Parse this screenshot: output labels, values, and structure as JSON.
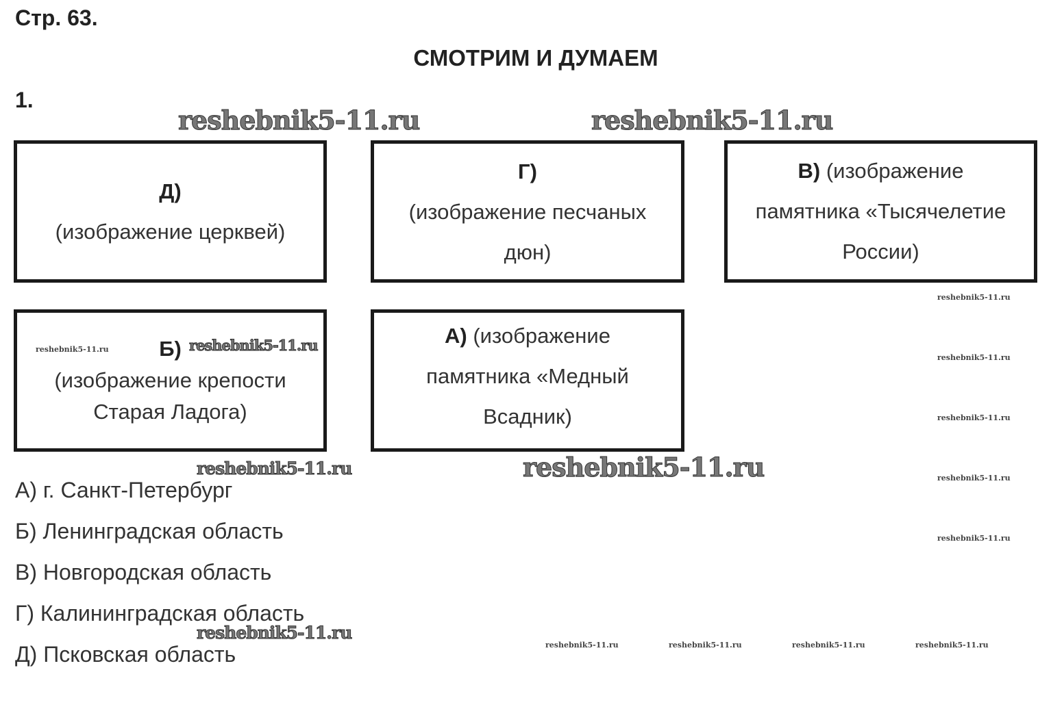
{
  "page_ref": "Стр. 63.",
  "title": "СМОТРИМ И ДУМАЕМ",
  "task_number": "1.",
  "boxes": [
    {
      "letter": "Д)",
      "text": "(изображение церквей)"
    },
    {
      "letter": "Г)",
      "text": "(изображение песчаных дюн)"
    },
    {
      "letter": "В)",
      "text": "(изображение памятника «Тысячелетие России)"
    },
    {
      "letter": "Б)",
      "text": "(изображение крепости Старая Ладога)"
    },
    {
      "letter": "А)",
      "text": "(изображение памятника «Медный Всадник)"
    }
  ],
  "answers": [
    "А) г. Санкт-Петербург",
    "Б) Ленинградская область",
    "В) Новгородская область",
    "Г) Калининградская область",
    "Д) Псковская область"
  ],
  "watermark": "reshebnik5-11.ru"
}
